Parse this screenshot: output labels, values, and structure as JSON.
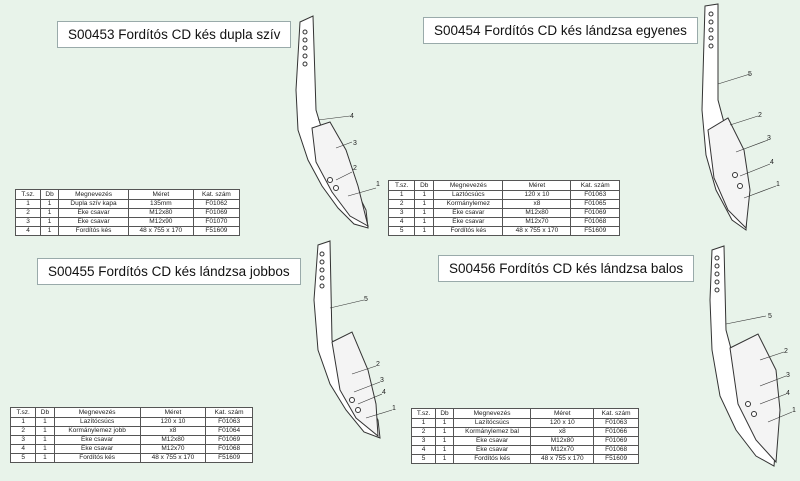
{
  "panels": [
    {
      "title": "S00453 Fordítós CD kés dupla szív",
      "headers": [
        "T.sz.",
        "Db",
        "Megnevezés",
        "Méret",
        "Kat. szám"
      ],
      "rows": [
        [
          "1",
          "1",
          "Dupla szív kapa",
          "135mm",
          "F01062"
        ],
        [
          "2",
          "1",
          "Eke csavar",
          "M12x80",
          "F01069"
        ],
        [
          "3",
          "1",
          "Eke csavar",
          "M12x90",
          "F01070"
        ],
        [
          "4",
          "1",
          "Fordítós kés",
          "48 x 755 x 170",
          "F51609"
        ]
      ],
      "callouts": [
        "1",
        "2",
        "3",
        "4"
      ]
    },
    {
      "title": "S00454 Fordítós CD kés lándzsa egyenes",
      "headers": [
        "T.sz.",
        "Db",
        "Megnevezés",
        "Méret",
        "Kat. szám"
      ],
      "rows": [
        [
          "1",
          "1",
          "Laztócsúcs",
          "120 x 10",
          "F01063"
        ],
        [
          "2",
          "1",
          "Kormánylemez",
          "x8",
          "F01065"
        ],
        [
          "3",
          "1",
          "Eke csavar",
          "M12x80",
          "F01069"
        ],
        [
          "4",
          "1",
          "Eke csavar",
          "M12x70",
          "F01068"
        ],
        [
          "5",
          "1",
          "Fordítós kés",
          "48 x 755 x 170",
          "F51609"
        ]
      ],
      "callouts": [
        "1",
        "2",
        "3",
        "4",
        "5"
      ]
    },
    {
      "title": "S00455 Fordítós CD kés lándzsa jobbos",
      "headers": [
        "T.sz.",
        "Db",
        "Megnevezés",
        "Méret",
        "Kat. szám"
      ],
      "rows": [
        [
          "1",
          "1",
          "Lazítócsúcs",
          "120 x 10",
          "F01063"
        ],
        [
          "2",
          "1",
          "Kormánylemez jobb",
          "x8",
          "F01064"
        ],
        [
          "3",
          "1",
          "Eke csavar",
          "M12x80",
          "F01069"
        ],
        [
          "4",
          "1",
          "Eke csavar",
          "M12x70",
          "F01068"
        ],
        [
          "5",
          "1",
          "Fordítós kés",
          "48 x 755 x 170",
          "F51609"
        ]
      ],
      "callouts": [
        "1",
        "2",
        "3",
        "4",
        "5"
      ]
    },
    {
      "title": "S00456 Fordítós CD kés lándzsa balos",
      "headers": [
        "T.sz.",
        "Db",
        "Megnevezés",
        "Méret",
        "Kat. szám"
      ],
      "rows": [
        [
          "1",
          "1",
          "Lazítócsúcs",
          "120 x 10",
          "F01063"
        ],
        [
          "2",
          "1",
          "Kormánylemez bal",
          "x8",
          "F01066"
        ],
        [
          "3",
          "1",
          "Eke csavar",
          "M12x80",
          "F01069"
        ],
        [
          "4",
          "1",
          "Eke csavar",
          "M12x70",
          "F01068"
        ],
        [
          "5",
          "1",
          "Fordítós kés",
          "48 x 755 x 170",
          "F51609"
        ]
      ],
      "callouts": [
        "1",
        "2",
        "3",
        "4",
        "5"
      ]
    }
  ]
}
